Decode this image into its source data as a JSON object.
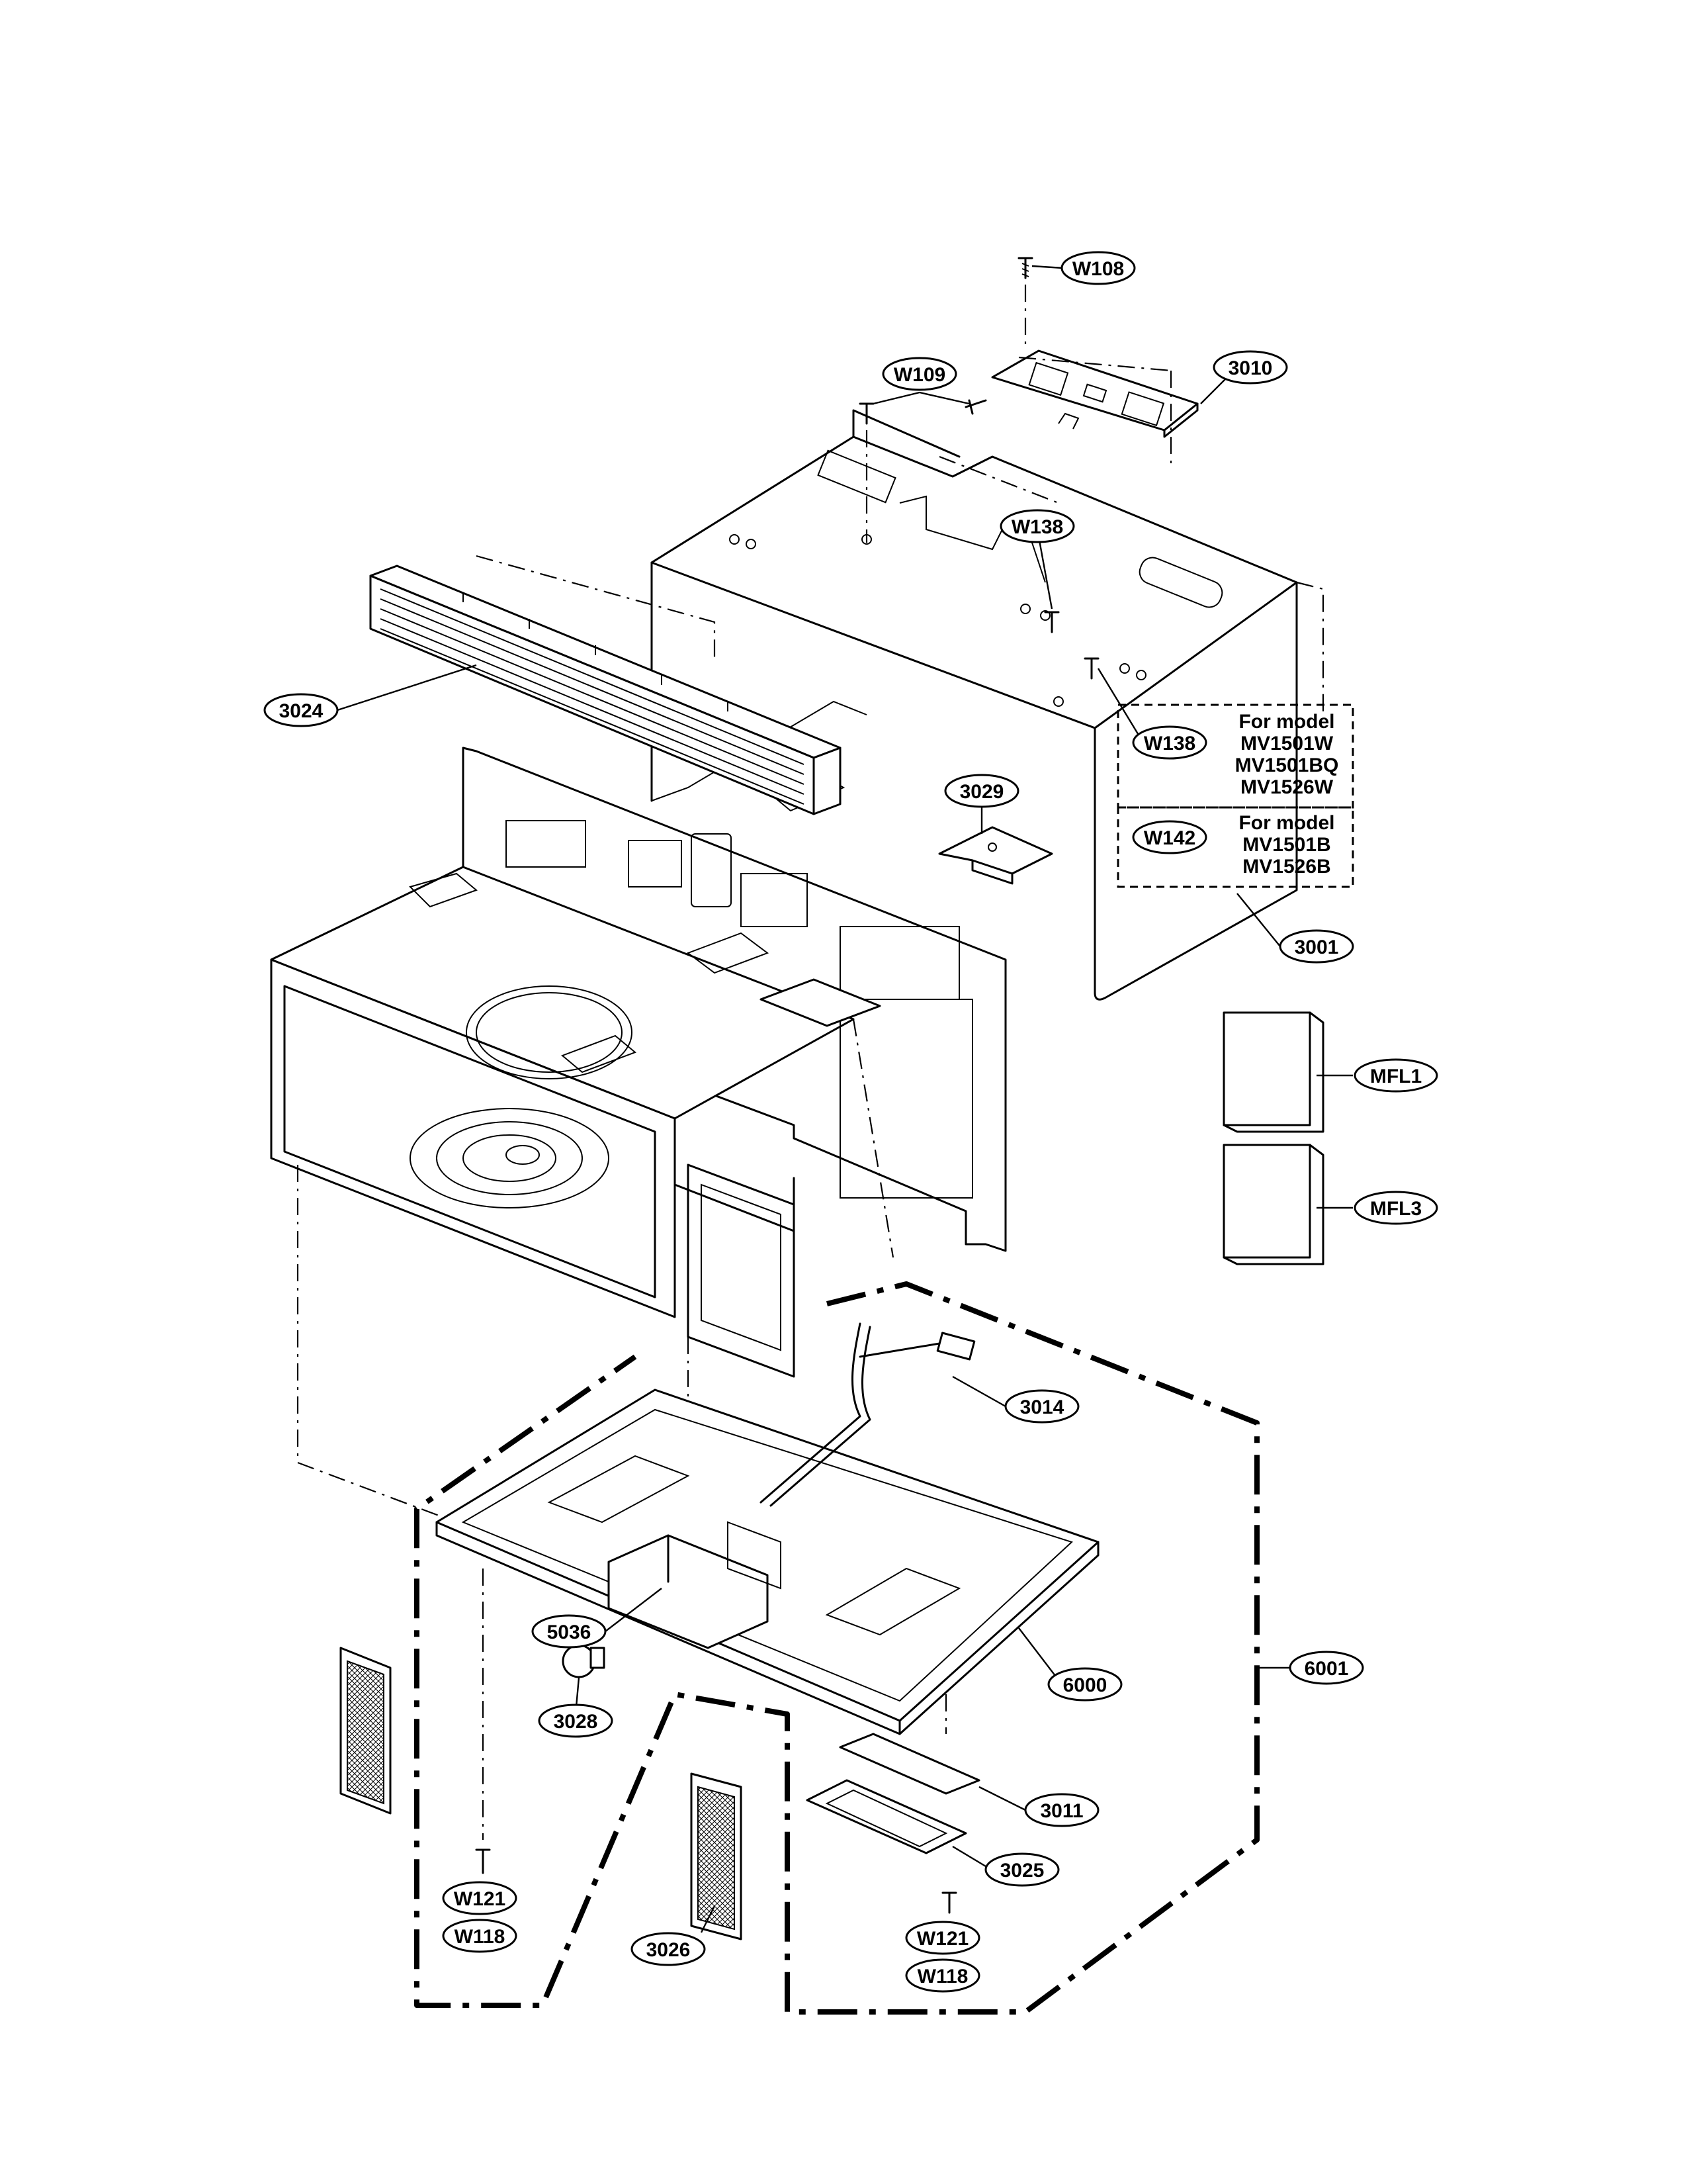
{
  "labels": {
    "w108": "W108",
    "w109": "W109",
    "p3010": "3010",
    "w138_top": "W138",
    "p3024": "3024",
    "w138_side": "W138",
    "w142": "W142",
    "p3029": "3029",
    "p3001": "3001",
    "mfl1": "MFL1",
    "mfl3": "MFL3",
    "p3014": "3014",
    "p5036": "5036",
    "p6000": "6000",
    "p6001": "6001",
    "p3028": "3028",
    "p3011": "3011",
    "p3025": "3025",
    "w121_left": "W121",
    "w118_left": "W118",
    "p3026": "3026",
    "w121_right": "W121",
    "w118_right": "W118"
  },
  "notes": {
    "w138_models": [
      "For model",
      "MV1501W",
      "MV1501BQ",
      "MV1526W"
    ],
    "w142_models": [
      "For model",
      "MV1501B",
      "MV1526B"
    ]
  }
}
